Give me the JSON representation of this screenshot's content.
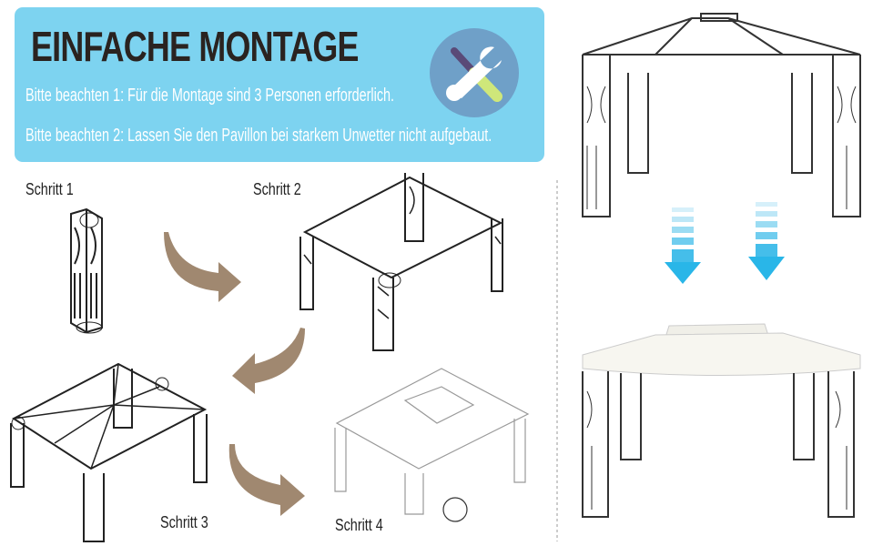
{
  "banner": {
    "title": "EINFACHE MONTAGE",
    "note_1": "Bitte beachten 1: Für die Montage sind 3 Personen erforderlich.",
    "note_2": "Bitte beachten 2: Lassen Sie den Pavillon bei starkem Unwetter nicht aufgebaut.",
    "icon": "tools-icon"
  },
  "steps": [
    "Schritt 1",
    "Schritt 2",
    "Schritt 3",
    "Schritt 4"
  ],
  "colors": {
    "banner": "#7dd3f0",
    "arrow_brown": "#a08870",
    "arrow_cyan": "#29b6e8",
    "icon_circle": "#6fa0c8"
  }
}
